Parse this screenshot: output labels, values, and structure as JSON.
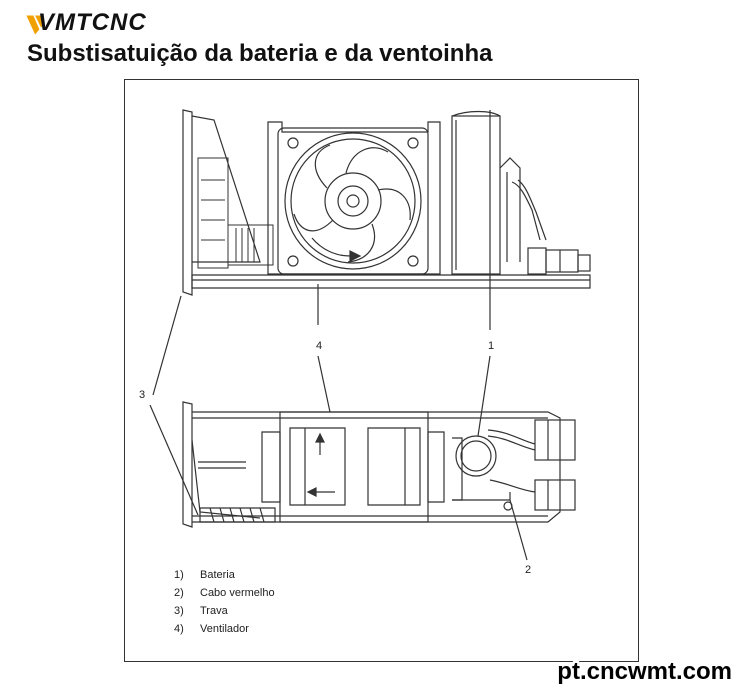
{
  "brand": {
    "logo_text": "VMTCNC",
    "accent_color": "#f0a000"
  },
  "title": "Substisatuição da bateria e da ventoinha",
  "callouts": {
    "c1": "1",
    "c2": "2",
    "c3": "3",
    "c4": "4"
  },
  "legend": [
    {
      "num": "1)",
      "label": "Bateria"
    },
    {
      "num": "2)",
      "label": "Cabo vermelho"
    },
    {
      "num": "3)",
      "label": "Trava"
    },
    {
      "num": "4)",
      "label": "Ventilador"
    }
  ],
  "watermark": "pt.cncwmt.com"
}
